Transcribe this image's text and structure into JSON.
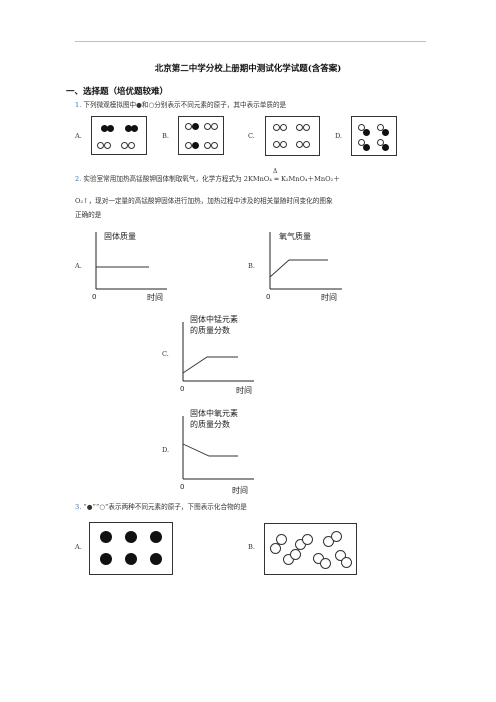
{
  "title": "北京第二中学分校上册期中测试化学试题(含答案)",
  "section": "一、选择题（培优题较难）",
  "q1": {
    "num": "1.",
    "text": "下列微观模拟图中●和○分别表示不同元素的原子，其中表示单质的是",
    "options": [
      "A.",
      "B.",
      "C.",
      "D."
    ]
  },
  "q2": {
    "num": "2.",
    "text_a": "实验室常用加热高锰酸钾固体制取氧气，化学方程式为",
    "eq_reactant": "2KMnO₄",
    "eq_condition": "Δ",
    "eq_products": "K₂MnO₄＋MnO₂＋",
    "line2": "O₂↑，现对一定量的高锰酸钾固体进行加热，加热过程中涉及的相关量随时间变化的图象",
    "line3": "正确的是",
    "options": [
      "A.",
      "B.",
      "C.",
      "D."
    ],
    "graphs": [
      {
        "ylabel": [
          "固体质量"
        ],
        "xlabel": "时间",
        "origin": "0"
      },
      {
        "ylabel": [
          "氧气质量"
        ],
        "xlabel": "时间",
        "origin": "0"
      },
      {
        "ylabel": [
          "固体中锰元素",
          "的质量分数"
        ],
        "xlabel": "时间",
        "origin": "0"
      },
      {
        "ylabel": [
          "固体中氧元素",
          "的质量分数"
        ],
        "xlabel": "时间",
        "origin": "0"
      }
    ]
  },
  "q3": {
    "num": "3.",
    "text": "“●”“○”表示两种不同元素的原子，下图表示化合物的是",
    "options": [
      "A.",
      "B."
    ]
  }
}
